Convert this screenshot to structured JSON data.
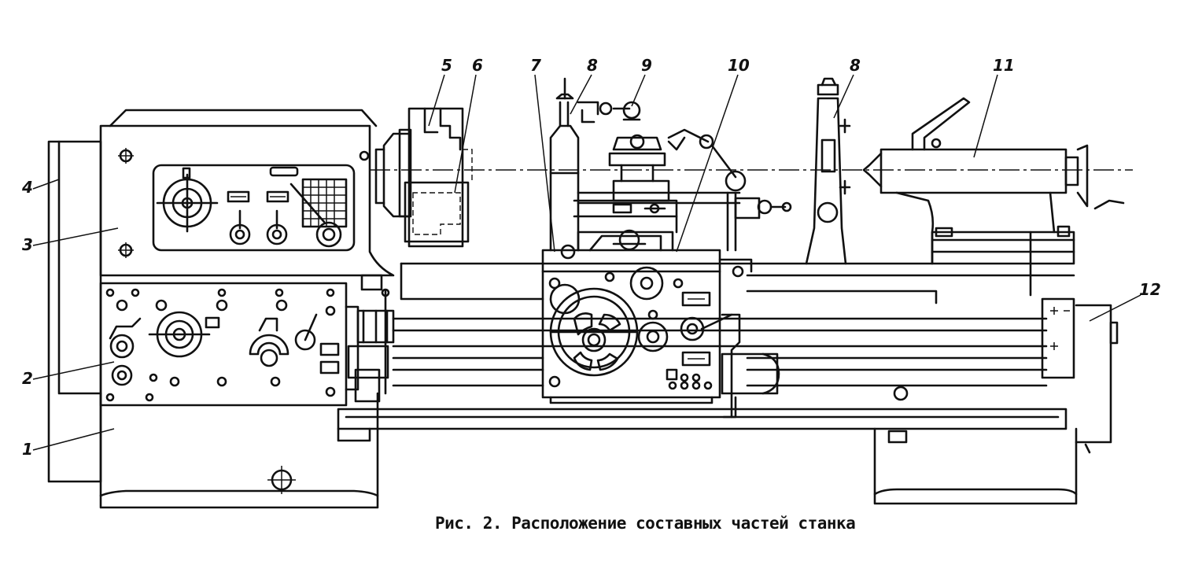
{
  "caption": "Рис. 2. Расположение составных частей станка",
  "callouts": {
    "c1": "1",
    "c2": "2",
    "c3": "3",
    "c4": "4",
    "c5": "5",
    "c6": "6",
    "c7": "7",
    "c8a": "8",
    "c9": "9",
    "c10": "10",
    "c8b": "8",
    "c11": "11",
    "c12": "12"
  },
  "colors": {
    "ink": "#111111",
    "paper": "#ffffff"
  }
}
